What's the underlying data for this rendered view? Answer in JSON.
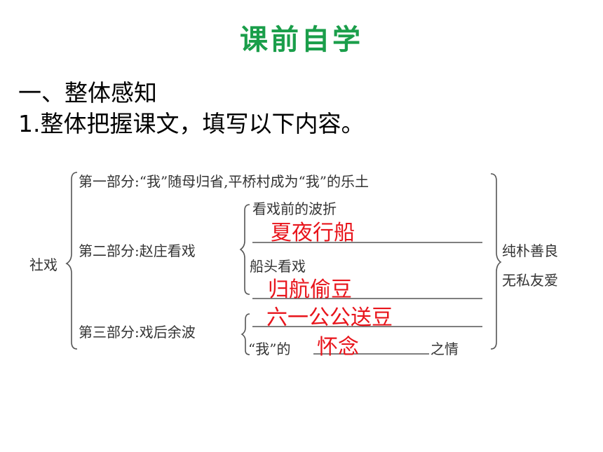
{
  "page": {
    "title": "课前自学",
    "section_heading": "一、整体感知",
    "instruction": "1.整体把握课文，填写以下内容。"
  },
  "diagram": {
    "root": "社戏",
    "part1": "第一部分:“我”随母归省,平桥村成为“我”的乐土",
    "part2": "第二部分:赵庄看戏",
    "part2_sub1": "看戏前的波折",
    "part2_sub2": "船头看戏",
    "part3": "第三部分:戏后余波",
    "part3_sub_prefix": "“我”的",
    "part3_sub_suffix": "之情",
    "summary_line1": "纯朴善良",
    "summary_line2": "无私友爱",
    "answers": {
      "a1": "夏夜行船",
      "a2": "归航偷豆",
      "a3": "六一公公送豆",
      "a4": "怀念"
    }
  },
  "colors": {
    "title": "#1a9e4a",
    "answer": "#e8141b",
    "diagram_line": "#555555"
  }
}
